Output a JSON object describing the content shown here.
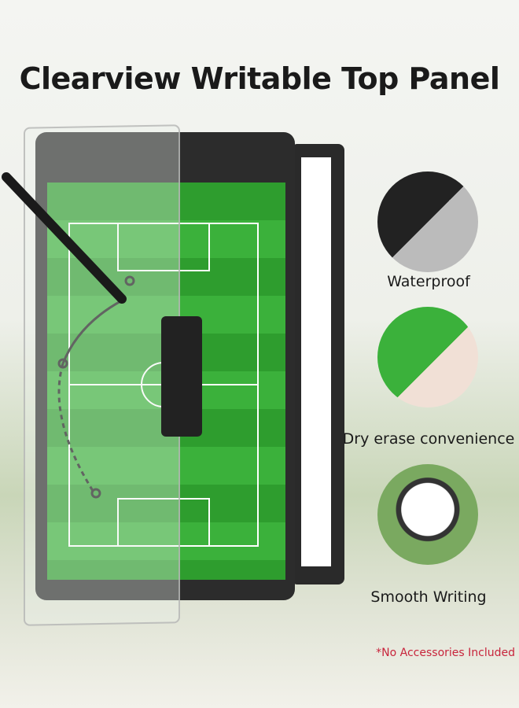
{
  "title": "Clearview Writable Top Panel",
  "features": [
    {
      "label": "Waterproof"
    },
    {
      "label": "Dry erase convenience"
    },
    {
      "label": "Smooth Writing"
    }
  ],
  "note": "*No Accessories Included",
  "colors": {
    "pitch": "#3bb13b",
    "note": "#c8243c"
  }
}
